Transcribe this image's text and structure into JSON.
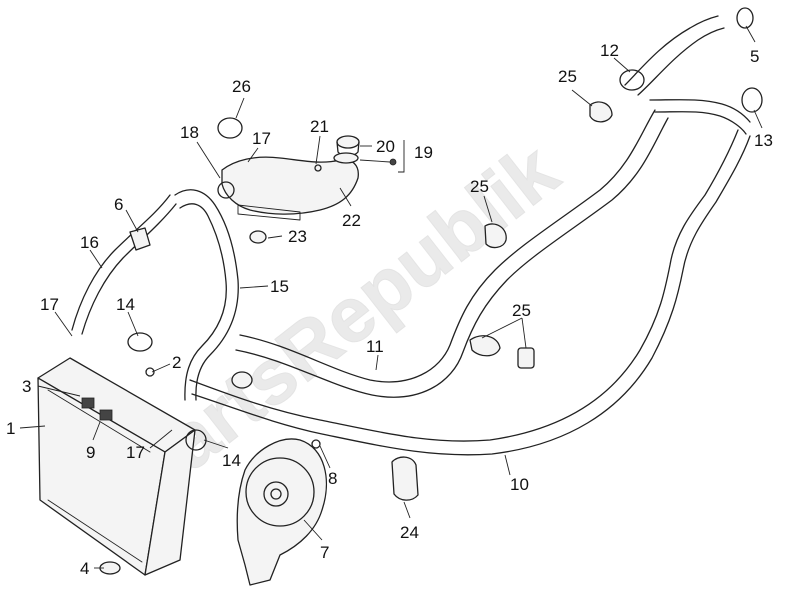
{
  "watermark": "PartsRepublik",
  "callouts": [
    {
      "id": "c1",
      "label": "1"
    },
    {
      "id": "c2",
      "label": "2"
    },
    {
      "id": "c3",
      "label": "3"
    },
    {
      "id": "c4",
      "label": "4"
    },
    {
      "id": "c5",
      "label": "5"
    },
    {
      "id": "c6",
      "label": "6"
    },
    {
      "id": "c7",
      "label": "7"
    },
    {
      "id": "c8",
      "label": "8"
    },
    {
      "id": "c9",
      "label": "9"
    },
    {
      "id": "c10",
      "label": "10"
    },
    {
      "id": "c11",
      "label": "11"
    },
    {
      "id": "c12",
      "label": "12"
    },
    {
      "id": "c13",
      "label": "13"
    },
    {
      "id": "c14a",
      "label": "14"
    },
    {
      "id": "c14b",
      "label": "14"
    },
    {
      "id": "c15",
      "label": "15"
    },
    {
      "id": "c16",
      "label": "16"
    },
    {
      "id": "c17a",
      "label": "17"
    },
    {
      "id": "c17b",
      "label": "17"
    },
    {
      "id": "c17c",
      "label": "17"
    },
    {
      "id": "c18",
      "label": "18"
    },
    {
      "id": "c19",
      "label": "19"
    },
    {
      "id": "c20",
      "label": "20"
    },
    {
      "id": "c21",
      "label": "21"
    },
    {
      "id": "c22",
      "label": "22"
    },
    {
      "id": "c23",
      "label": "23"
    },
    {
      "id": "c24",
      "label": "24"
    },
    {
      "id": "c25a",
      "label": "25"
    },
    {
      "id": "c25b",
      "label": "25"
    },
    {
      "id": "c25c",
      "label": "25"
    },
    {
      "id": "c26",
      "label": "26"
    }
  ]
}
